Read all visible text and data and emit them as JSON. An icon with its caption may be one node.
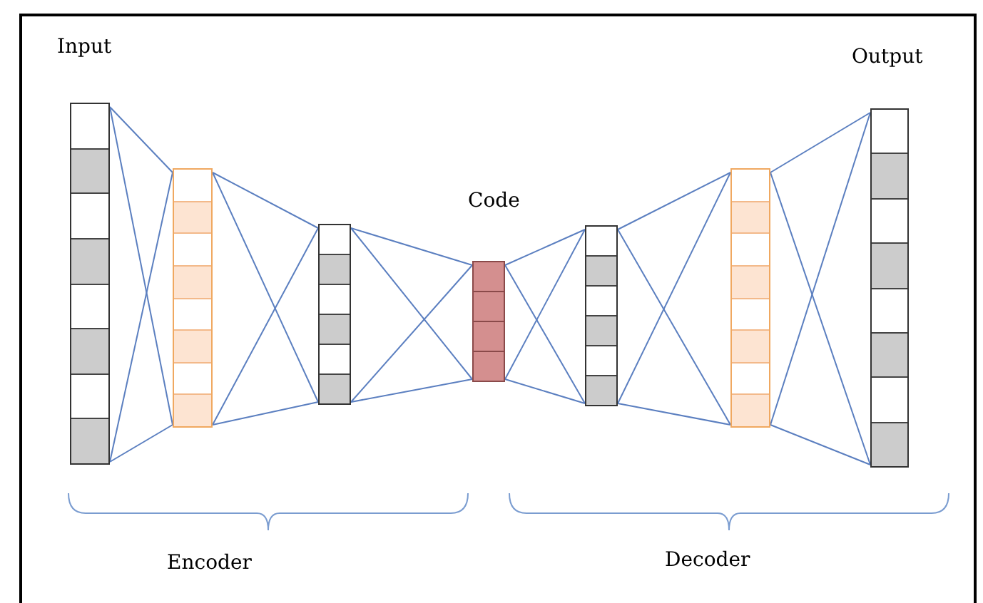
{
  "diagram": {
    "nodes": [
      {
        "text": [
          "Input"
        ]
      },
      {
        "text": [],
        "shape": "bar"
      },
      {
        "text": [],
        "shape": "bar"
      },
      {
        "text": [
          "Code"
        ]
      },
      {
        "text": [],
        "shape": "bar"
      },
      {
        "text": [],
        "shape": "bar"
      },
      {
        "text": [
          "Output"
        ]
      }
    ],
    "edges": [
      {
        "from": 0,
        "to": 1,
        "arrow": "none"
      },
      {
        "from": 0,
        "to": 1,
        "arrow": "none"
      },
      {
        "from": 0,
        "to": 1,
        "arrow": "none"
      },
      {
        "from": 0,
        "to": 1,
        "arrow": "none"
      },
      {
        "from": 1,
        "to": 2,
        "arrow": "none"
      },
      {
        "from": 1,
        "to": 2,
        "arrow": "none"
      },
      {
        "from": 1,
        "to": 2,
        "arrow": "none"
      },
      {
        "from": 1,
        "to": 2,
        "arrow": "none"
      },
      {
        "from": 2,
        "to": 3,
        "arrow": "none"
      },
      {
        "from": 2,
        "to": 3,
        "arrow": "none"
      },
      {
        "from": 2,
        "to": 3,
        "arrow": "none"
      },
      {
        "from": 2,
        "to": 3,
        "arrow": "none"
      },
      {
        "from": 3,
        "to": 4,
        "arrow": "none"
      },
      {
        "from": 3,
        "to": 4,
        "arrow": "none"
      },
      {
        "from": 3,
        "to": 4,
        "arrow": "none"
      },
      {
        "from": 3,
        "to": 4,
        "arrow": "none"
      },
      {
        "from": 4,
        "to": 5,
        "arrow": "none"
      },
      {
        "from": 4,
        "to": 5,
        "arrow": "none"
      },
      {
        "from": 4,
        "to": 5,
        "arrow": "none"
      },
      {
        "from": 4,
        "to": 5,
        "arrow": "none"
      },
      {
        "from": 5,
        "to": 6,
        "arrow": "none"
      },
      {
        "from": 5,
        "to": 6,
        "arrow": "none"
      },
      {
        "from": 5,
        "to": 6,
        "arrow": "none"
      },
      {
        "from": 5,
        "to": 6,
        "arrow": "none"
      }
    ],
    "labels": [
      "Encoder",
      "Decoder"
    ]
  }
}
